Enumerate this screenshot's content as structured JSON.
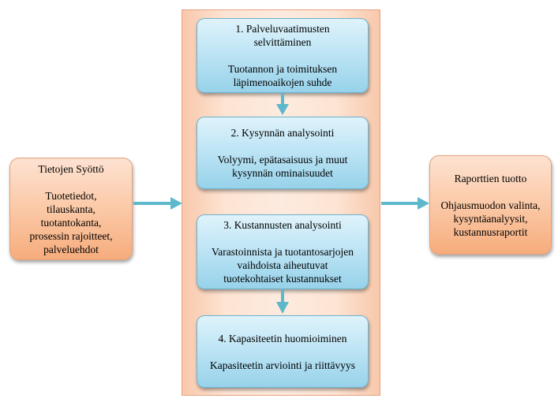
{
  "input_box": {
    "title": "Tietojen Syöttö",
    "lines": [
      "Tuotetiedot,",
      "tilauskanta,",
      "tuotantokanta,",
      "prosessin rajoitteet,",
      "palveluehdot"
    ]
  },
  "steps": [
    {
      "title_lines": [
        "1. Palveluvaatimusten",
        "selvittäminen"
      ],
      "desc_lines": [
        "Tuotannon ja toimituksen",
        "läpimenoaikojen suhde"
      ]
    },
    {
      "title_lines": [
        "2. Kysynnän analysointi"
      ],
      "desc_lines": [
        "Volyymi, epätasaisuus ja muut",
        "kysynnän ominaisuudet"
      ]
    },
    {
      "title_lines": [
        "3. Kustannusten analysointi"
      ],
      "desc_lines": [
        "Varastoinnista ja tuotantosarjojen",
        "vaihdoista aiheutuvat",
        "tuotekohtaiset kustannukset"
      ]
    },
    {
      "title_lines": [
        "4. Kapasiteetin huomioiminen"
      ],
      "desc_lines": [
        "Kapasiteetin arviointi ja riittävyys"
      ]
    }
  ],
  "output_box": {
    "title": "Raporttien tuotto",
    "lines": [
      "Ohjausmuodon valinta,",
      "kysyntäanalyysit,",
      "kustannusraportit"
    ]
  },
  "colors": {
    "step_fill": "#bfe5f5",
    "side_fill": "#fbc9a7",
    "container_fill": "#fde4d3",
    "arrow": "#5db8cc"
  }
}
